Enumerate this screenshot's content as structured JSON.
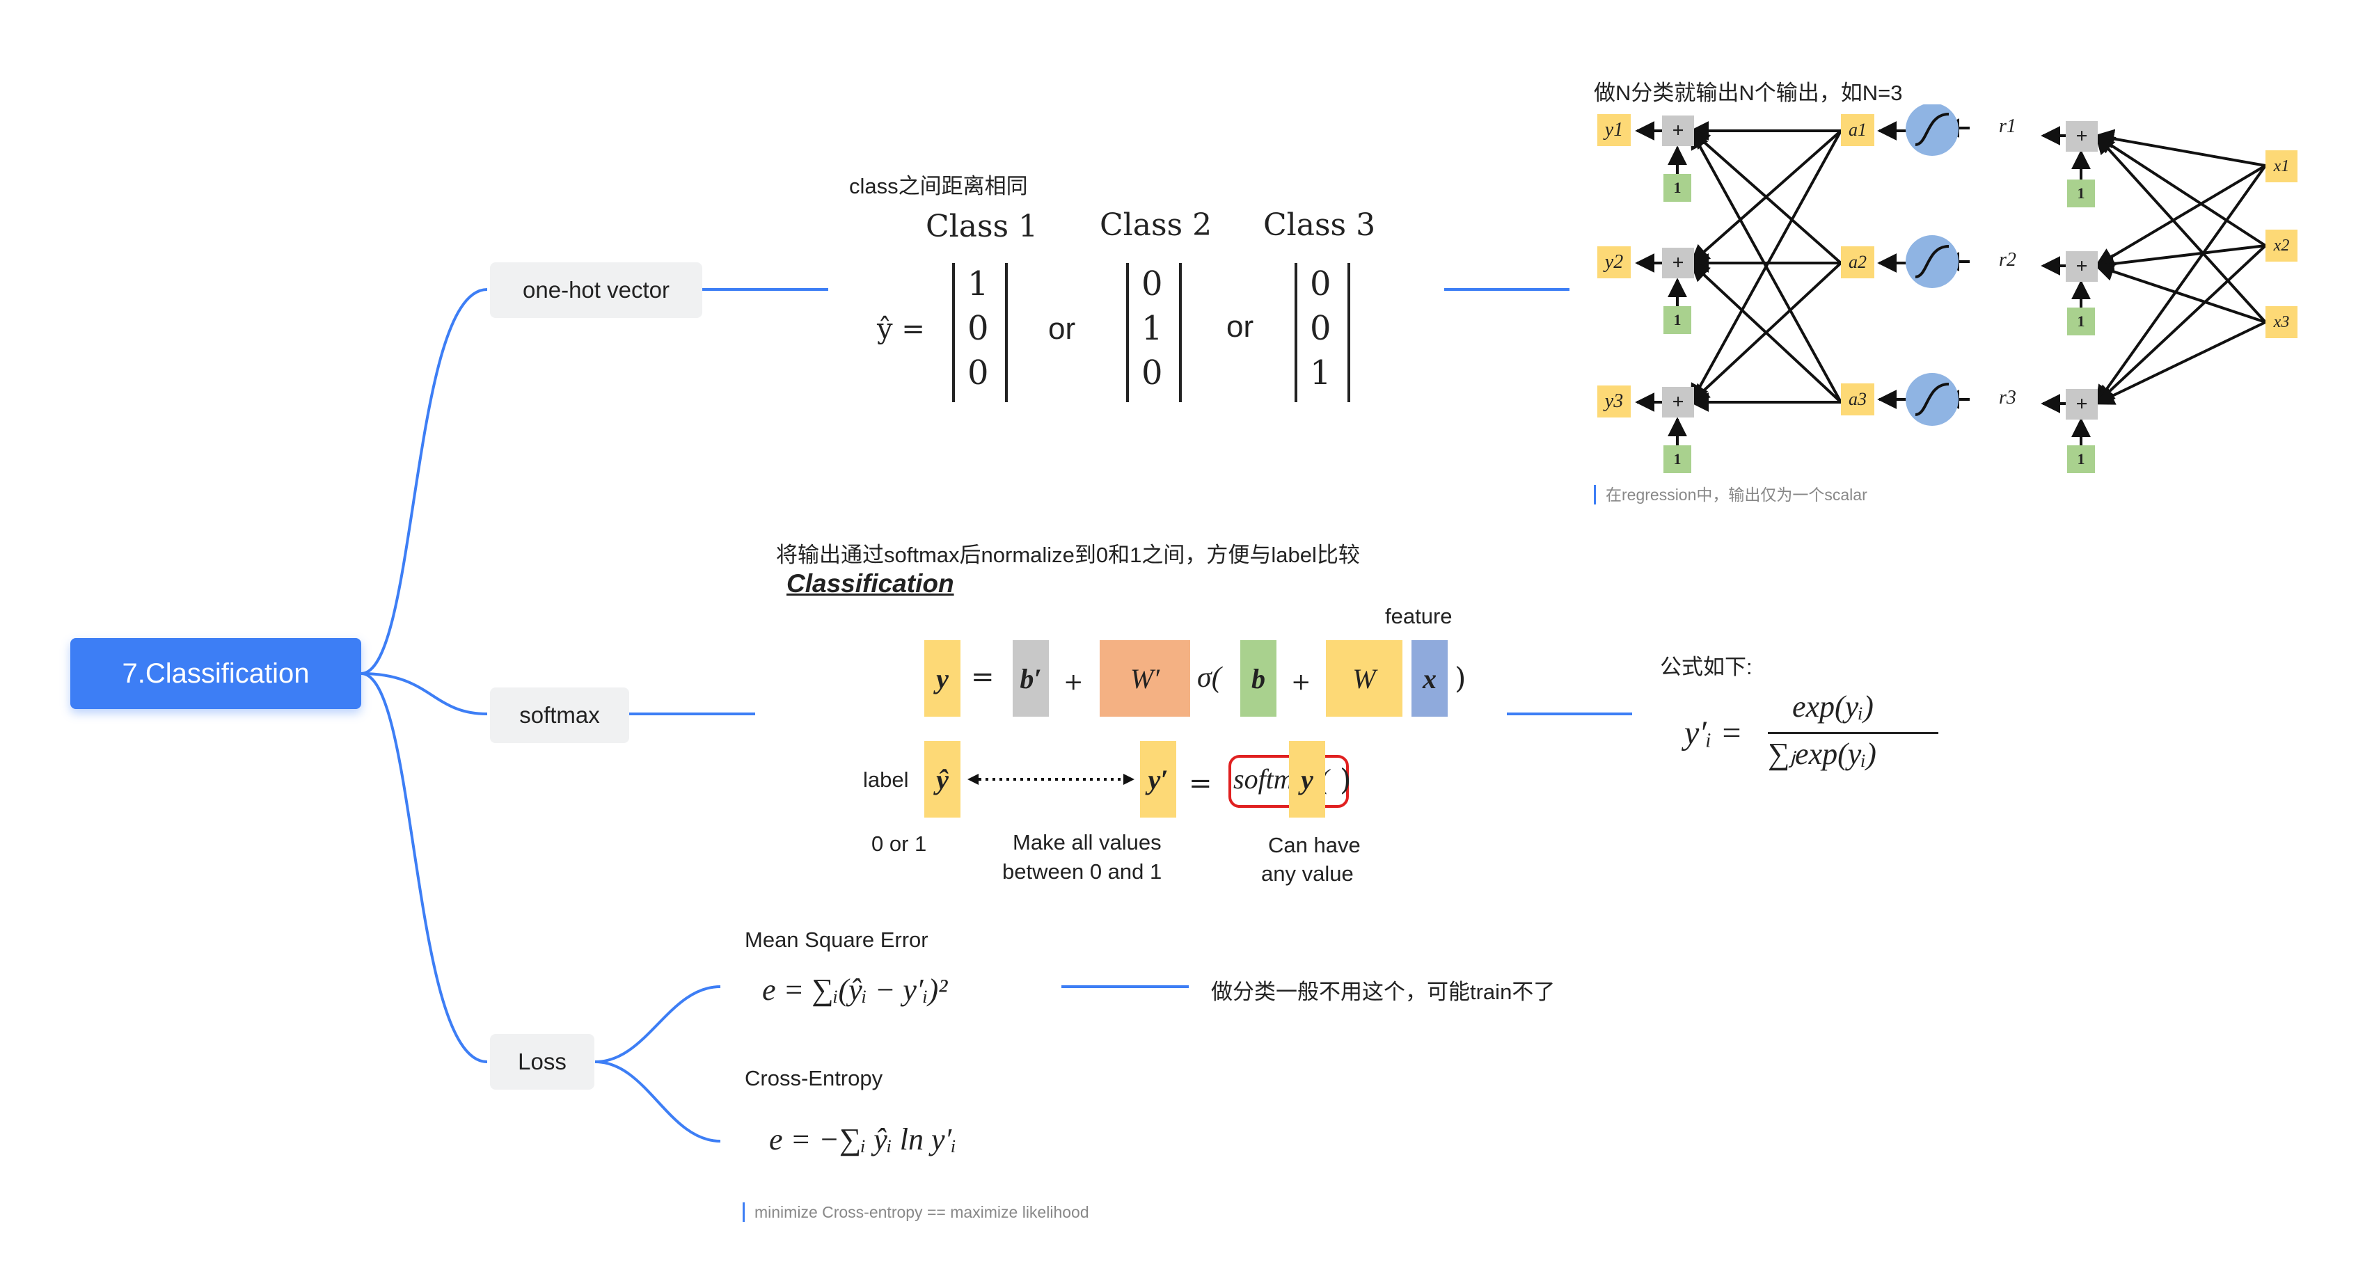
{
  "root": {
    "label": "7.Classification"
  },
  "branches": [
    {
      "label": "one-hot vector"
    },
    {
      "label": "softmax"
    },
    {
      "label": "Loss"
    }
  ],
  "onehot": {
    "caption": "class之间距离相同",
    "class_labels": [
      "Class 1",
      "Class 2",
      "Class 3"
    ],
    "y_hat": "ŷ =",
    "or_word": "or",
    "vectors": [
      [
        "1",
        "0",
        "0"
      ],
      [
        "0",
        "1",
        "0"
      ],
      [
        "0",
        "0",
        "1"
      ]
    ]
  },
  "network": {
    "caption": "做N分类就输出N个输出，如N=3",
    "note": "在regression中，输出仅为一个scalar",
    "y_labels": [
      "y1",
      "y2",
      "y3"
    ],
    "a_labels": [
      "a1",
      "a2",
      "a3"
    ],
    "r_labels": [
      "r1",
      "r2",
      "r3"
    ],
    "x_labels": [
      "x1",
      "x2",
      "x3"
    ],
    "plus": "+",
    "one": "1"
  },
  "softmax": {
    "caption": "将输出通过softmax后normalize到0和1之间，方便与label比较",
    "heading": "Classification",
    "feature": "feature",
    "y": "y",
    "equals": "=",
    "b_prime": "b′",
    "plus": "+",
    "w_prime": "W′",
    "sigma": "σ(",
    "b": "b",
    "w": "W",
    "x": "x",
    "close": ")",
    "label": "label",
    "y_hat": "ŷ",
    "y_prime": "y′",
    "softmax_fn": "softmax(",
    "zero_or_one": "0 or 1",
    "make_all": [
      "Make all values",
      "between 0 and 1"
    ],
    "can_have": [
      "Can have",
      "any value"
    ],
    "formula_caption": "公式如下:",
    "formula_lhs": "y′ᵢ =",
    "formula_num": "exp(yᵢ)",
    "formula_den": "∑ⱼexp(yᵢ)"
  },
  "loss": {
    "mse_title": "Mean Square Error",
    "mse_formula": "e = ∑ᵢ(ŷᵢ − y′ᵢ)²",
    "mse_note": "做分类一般不用这个，可能train不了",
    "ce_title": "Cross-Entropy",
    "ce_formula": "e = −∑ᵢ ŷᵢ ln y′ᵢ",
    "ce_note": "minimize Cross-entropy == maximize likelihood"
  },
  "colors": {
    "accent": "#3d7ef5",
    "yellow": "#fdd976",
    "gray_box": "#c8c8c8",
    "green_box": "#a9d18e",
    "orange_box": "#f4b183",
    "purple_box": "#8faadc",
    "sigmoid": "#8fb4e3",
    "softmax_ring": "#e02020"
  }
}
